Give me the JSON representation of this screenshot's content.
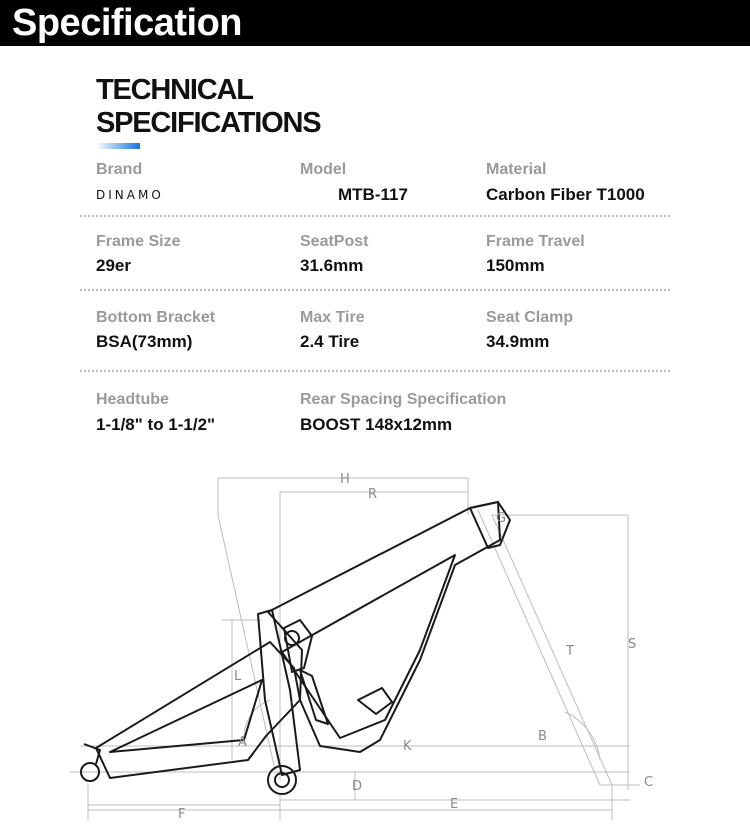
{
  "header": {
    "title": "Specification"
  },
  "section": {
    "title_line1": "TECHNICAL",
    "title_line2": "SPECIFICATIONS"
  },
  "specs": {
    "brand": {
      "label": "Brand",
      "value": "DINAMO"
    },
    "model": {
      "label": "Model",
      "value": "MTB-117"
    },
    "material": {
      "label": "Material",
      "value": "Carbon Fiber T1000"
    },
    "frame_size": {
      "label": "Frame Size",
      "value": "29er"
    },
    "seatpost": {
      "label": "SeatPost",
      "value": "31.6mm"
    },
    "frame_travel": {
      "label": "Frame Travel",
      "value": "150mm"
    },
    "bottom_bracket": {
      "label": "Bottom Bracket",
      "value": "BSA(73mm)"
    },
    "max_tire": {
      "label": "Max Tire",
      "value": "2.4 Tire"
    },
    "seat_clamp": {
      "label": "Seat Clamp",
      "value": "34.9mm"
    },
    "headtube": {
      "label": "Headtube",
      "value": "1-1/8\" to 1-1/2\""
    },
    "rear_spacing": {
      "label": "Rear Spacing Specification",
      "value": "BOOST 148x12mm"
    }
  },
  "geometry_labels": {
    "H": "H",
    "R": "R",
    "G": "G",
    "S": "S",
    "T": "T",
    "L": "L",
    "B": "B",
    "K": "K",
    "A": "A",
    "C": "C",
    "D": "D",
    "E": "E",
    "F": "F"
  },
  "colors": {
    "banner": "#000000",
    "accent": "#1a73d9",
    "label": "#9a9a9a",
    "frame": "#1a1a1a"
  }
}
